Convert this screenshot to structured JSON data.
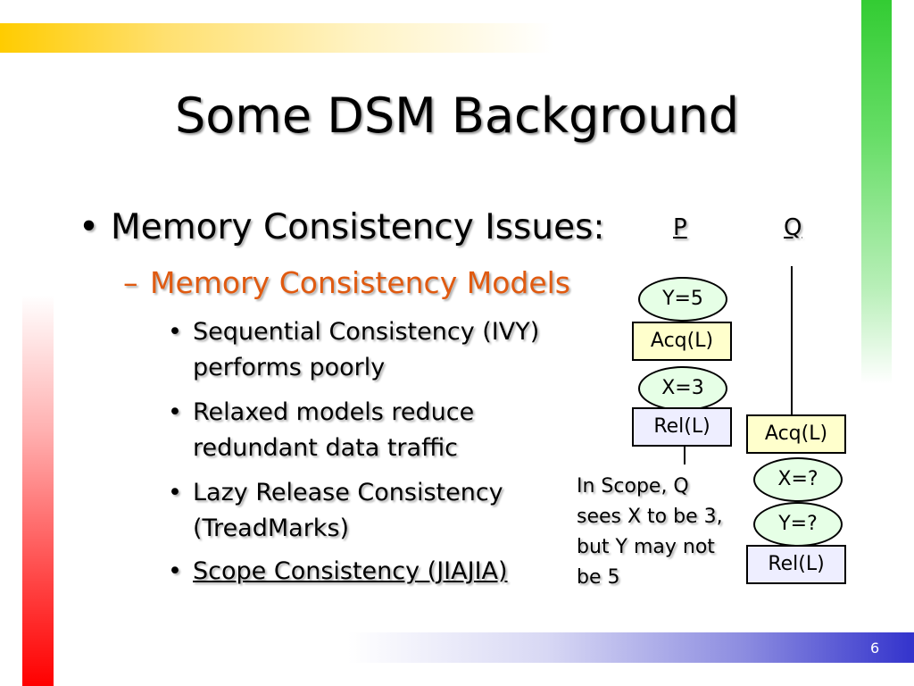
{
  "slide": {
    "title": "Some DSM Background",
    "bullet_l1": "Memory Consistency Issues:",
    "bullet_l2": "Memory Consistency Models",
    "bullets_l3": [
      "Sequential Consistency (IVY) performs poorly",
      "Relaxed models reduce redundant data traffic",
      "Lazy Release Consistency (TreadMarks)",
      "Scope Consistency (JIAJIA)"
    ],
    "page_number": "6"
  },
  "diagram": {
    "col_p": "P",
    "col_q": "Q",
    "p_steps": [
      "Y=5",
      "Acq(L)",
      "X=3",
      "Rel(L)"
    ],
    "q_steps": [
      "Acq(L)",
      "X=?",
      "Y=?",
      "Rel(L)"
    ],
    "note": "In Scope, Q sees X to be 3, but Y may not be 5"
  },
  "colors": {
    "accent_orange": "#e05a10",
    "acq_fill": "#ffffcc",
    "rel_fill": "#eeeeff",
    "oval_fill": "#e6ffe6"
  }
}
